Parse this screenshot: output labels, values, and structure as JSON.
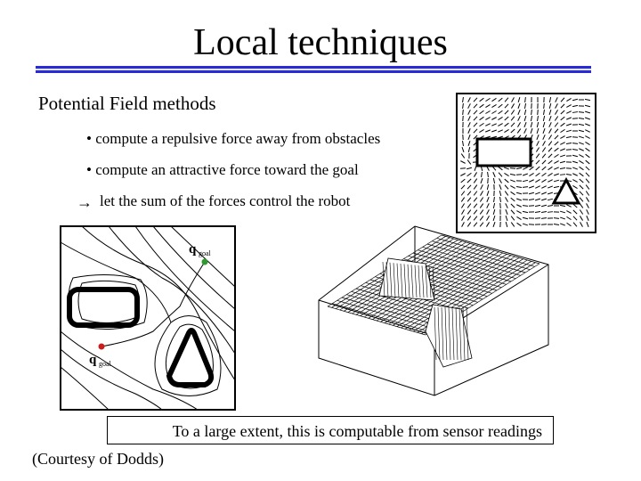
{
  "title": "Local techniques",
  "subtitle": "Potential Field methods",
  "bullets": [
    "• compute a repulsive force away from obstacles",
    "• compute an attractive force toward the goal"
  ],
  "result_arrow": "→",
  "result_text": "let the sum of the forces control the robot",
  "figure_labels": {
    "goal": "q",
    "goal_sub": "goal",
    "start": "q",
    "start_sub": "goal"
  },
  "caption": "To a large extent, this is computable from sensor readings",
  "credit": "(Courtesy of Dodds)",
  "colors": {
    "accent": "#2b2bd6",
    "goal_dot": "#2e9a2e",
    "start_dot": "#c81e1e"
  }
}
